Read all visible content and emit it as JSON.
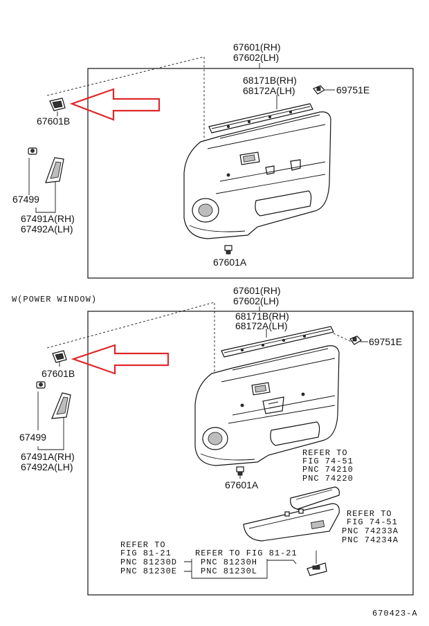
{
  "colors": {
    "arrow": "#e0262b",
    "line": "#111111",
    "background": "#ffffff"
  },
  "top": {
    "panel_rh": "67601(RH)",
    "panel_lh": "67602(LH)",
    "weatherstrip_rh": "68171B(RH)",
    "weatherstrip_lh": "68172A(LH)",
    "clip_upper": "69751E",
    "clip_left": "67601B",
    "clip_bottom": "67601A",
    "pad": "67499",
    "cover_rh": "67491A(RH)",
    "cover_lh": "67492A(LH)"
  },
  "section_label": "W(POWER WINDOW)",
  "bottom": {
    "panel_rh": "67601(RH)",
    "panel_lh": "67602(LH)",
    "weatherstrip_rh": "68171B(RH)",
    "weatherstrip_lh": "68172A(LH)",
    "clip_upper": "69751E",
    "clip_left": "67601B",
    "clip_bottom": "67601A",
    "pad": "67499",
    "cover_rh": "67491A(RH)",
    "cover_lh": "67492A(LH)",
    "ref_armrest": {
      "line1": "REFER TO",
      "line2": "FIG 74-51",
      "line3": "PNC 74210",
      "line4": "PNC 74220"
    },
    "ref_armrest_base": {
      "line1": "REFER TO",
      "line2": "FIG 74-51",
      "line3": "PNC 74233A",
      "line4": "PNC 74234A"
    },
    "ref_switch_left": {
      "line1": "REFER TO",
      "line2": "FIG 81-21",
      "line3": "PNC 81230D",
      "line4": "PNC 81230E"
    },
    "ref_switch_mid": {
      "line1": "REFER TO FIG 81-21",
      "line2": "PNC 81230H",
      "line3": "PNC 81230L"
    }
  },
  "figure_code": "670423-A"
}
